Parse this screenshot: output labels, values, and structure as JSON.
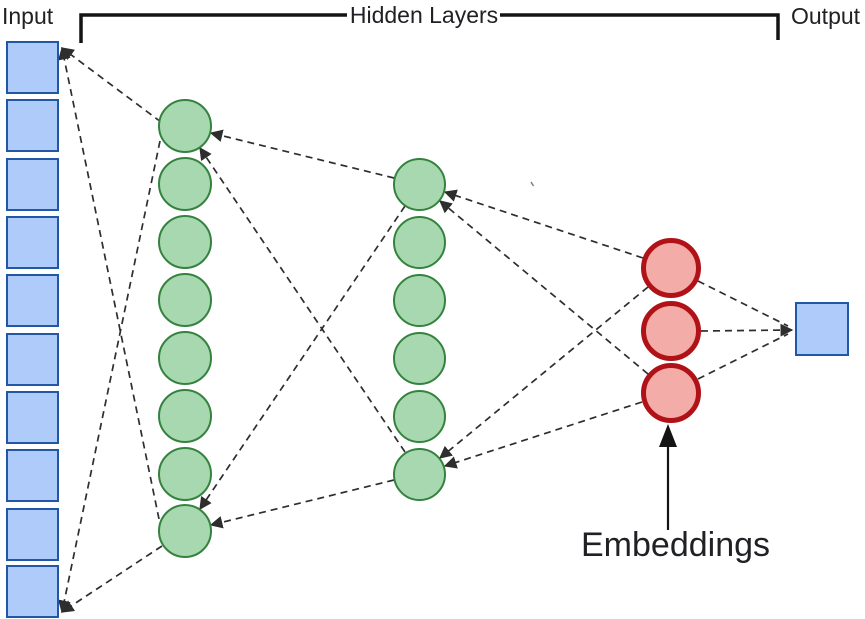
{
  "labels": {
    "input": "Input",
    "hidden_layers": "Hidden Layers",
    "output": "Output",
    "embeddings": "Embeddings"
  },
  "network": {
    "input_nodes": 10,
    "hidden_layer_1_nodes": 8,
    "hidden_layer_2_nodes": 6,
    "embedding_nodes": 3,
    "output_nodes": 1
  },
  "colors": {
    "node_blue_fill": "#aecbfa",
    "node_blue_border": "#2257a5",
    "node_green_fill": "#a7d8b0",
    "node_green_border": "#35823f",
    "node_red_fill": "#f3aca7",
    "node_red_border": "#b01217",
    "connector": "#2e2e2e",
    "bracket": "#141414",
    "text": "#202124"
  }
}
